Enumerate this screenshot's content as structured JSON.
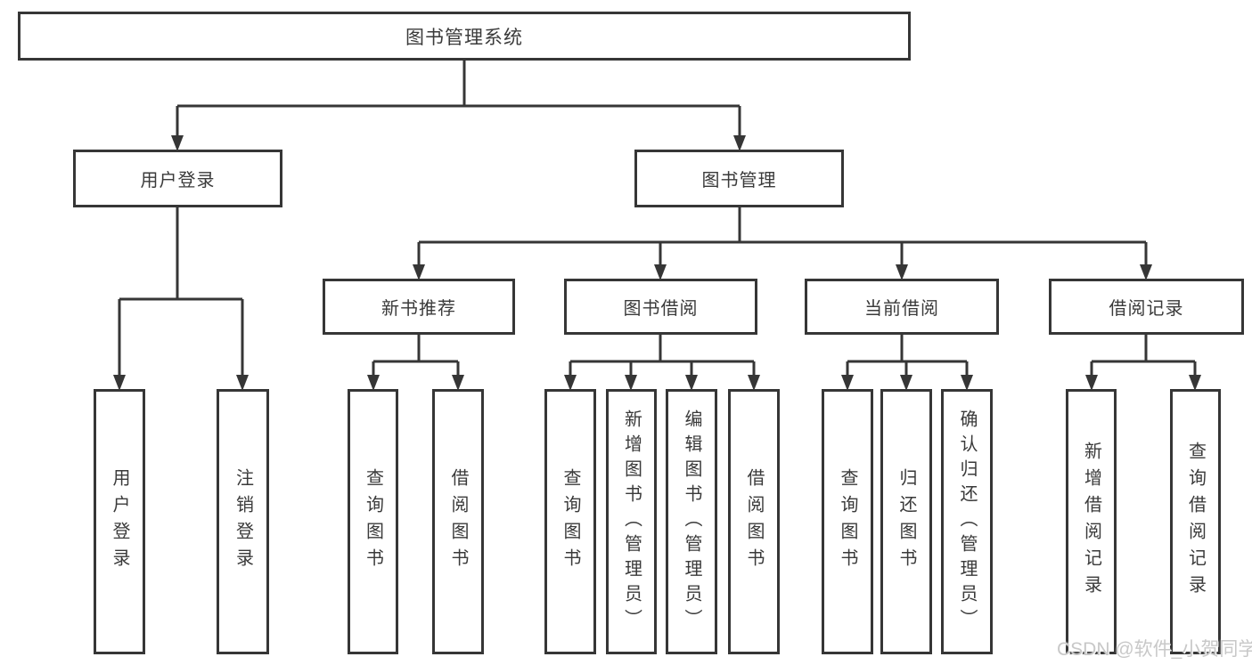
{
  "nodes": {
    "root": "图书管理系统",
    "user_login": "用户登录",
    "book_management": "图书管理",
    "new_book_recommend": "新书推荐",
    "book_borrow": "图书借阅",
    "current_borrow": "当前借阅",
    "borrow_record": "借阅记录",
    "leaf_user_login": "用户登录",
    "leaf_logout": "注销登录",
    "leaf_query_book_recommend": "查询图书",
    "leaf_borrow_book_recommend": "借阅图书",
    "leaf_query_book_borrow": "查询图书",
    "leaf_add_book_admin": "新增图书（管理员）",
    "leaf_edit_book_admin": "编辑图书（管理员）",
    "leaf_borrow_book_borrow": "借阅图书",
    "leaf_query_book_current": "查询图书",
    "leaf_return_book": "归还图书",
    "leaf_confirm_return_admin": "确认归还（管理员）",
    "leaf_add_borrow_record": "新增借阅记录",
    "leaf_query_borrow_record": "查询借阅记录"
  },
  "structure": {
    "root": "图书管理系统",
    "children": [
      {
        "label": "用户登录",
        "children": [
          "用户登录",
          "注销登录"
        ]
      },
      {
        "label": "图书管理",
        "children": [
          {
            "label": "新书推荐",
            "children": [
              "查询图书",
              "借阅图书"
            ]
          },
          {
            "label": "图书借阅",
            "children": [
              "查询图书",
              "新增图书（管理员）",
              "编辑图书（管理员）",
              "借阅图书"
            ]
          },
          {
            "label": "当前借阅",
            "children": [
              "查询图书",
              "归还图书",
              "确认归还（管理员）"
            ]
          },
          {
            "label": "借阅记录",
            "children": [
              "新增借阅记录",
              "查询借阅记录"
            ]
          }
        ]
      }
    ]
  },
  "watermark": "CSDN @软件_小贺同学",
  "colors": {
    "line": "#363636",
    "text": "#3a3a3a",
    "box_bg": "#ffffff",
    "watermark": "#c8c8c8"
  }
}
